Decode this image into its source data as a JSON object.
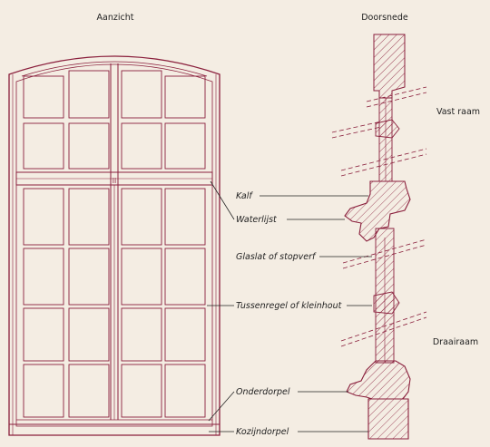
{
  "headers": {
    "elevation": "Aanzicht",
    "section": "Doorsnede"
  },
  "side_labels": {
    "fixed_window": "Vast raam",
    "casement": "Draairaam"
  },
  "labels": [
    "Kalf",
    "Waterlijst",
    "Glaslat of stopverf",
    "Tussenregel of kleinhout",
    "Onderdorpel",
    "Kozijndorpel"
  ],
  "colors": {
    "background": "#f4ede3",
    "ink": "#8a1f3c",
    "text": "#222222"
  }
}
